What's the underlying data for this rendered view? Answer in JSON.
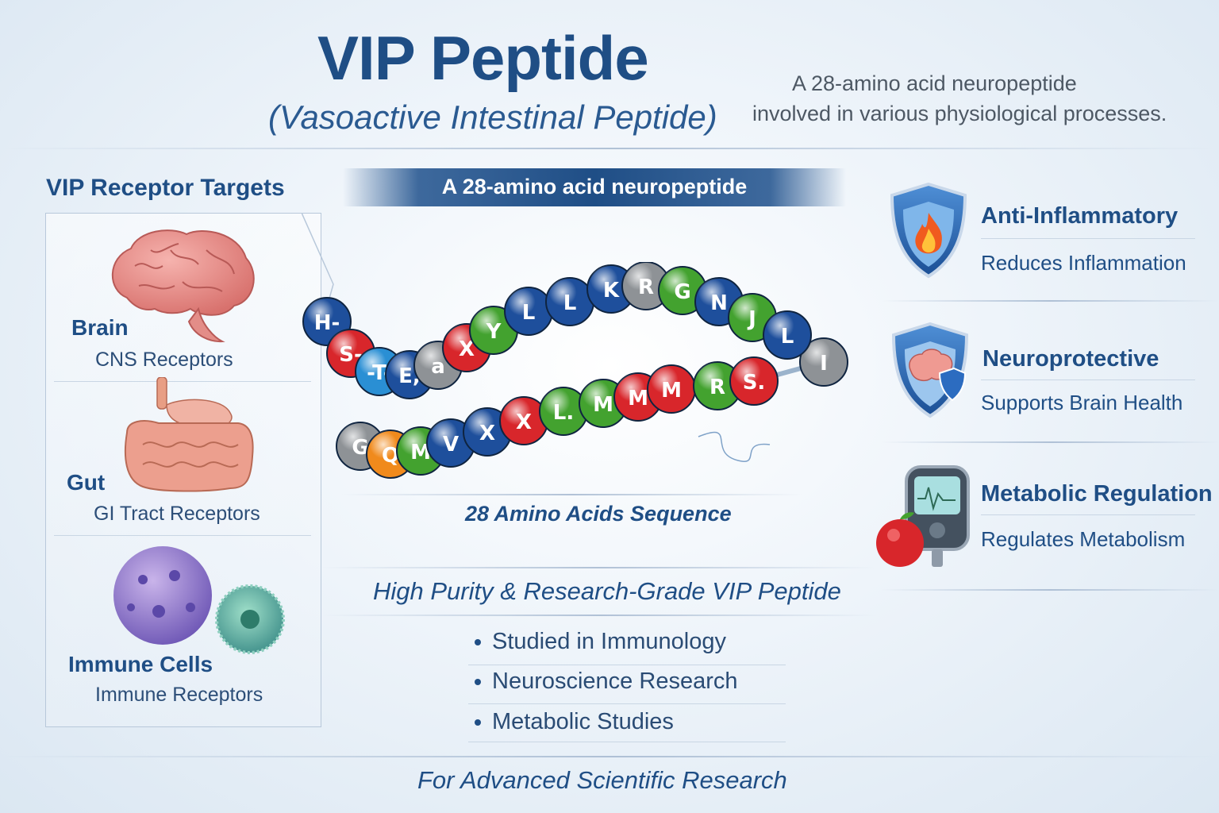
{
  "header": {
    "title": "VIP Peptide",
    "subtitle": "(Vasoactive Intestinal Peptide)",
    "tagline_line1": "A 28-amino acid neuropeptide",
    "tagline_line2": "involved in various physiological processes."
  },
  "targets": {
    "heading": "VIP Receptor Targets",
    "items": [
      {
        "name": "Brain",
        "receptor": "CNS Receptors"
      },
      {
        "name": "Gut",
        "receptor": "GI Tract Receptors"
      },
      {
        "name": "Immune Cells",
        "receptor": "Immune Receptors"
      }
    ]
  },
  "center": {
    "banner": "A 28-amino acid neuropeptide",
    "sequence_caption": "28 Amino Acids Sequence",
    "top_strand": [
      "H-",
      "S-",
      "-T-",
      "E,",
      "a",
      "X",
      "Y",
      "L",
      "L",
      "K",
      "R",
      "G",
      "N",
      "J",
      "L"
    ],
    "bottom_strand": [
      "G",
      "Q",
      "M",
      "V",
      "X",
      "X",
      "L.",
      "M",
      "M",
      "M",
      "R",
      "S.",
      "I"
    ],
    "purity_heading": "High Purity & Research-Grade VIP Peptide",
    "bullets": [
      "Studied in Immunology",
      "Neuroscience Research",
      "Metabolic Studies"
    ],
    "footer": "For Advanced Scientific Research"
  },
  "benefits": [
    {
      "title": "Anti-Inflammatory",
      "desc": "Reduces Inflammation",
      "icon": "shield-flame-icon"
    },
    {
      "title": "Neuroprotective",
      "desc": "Supports Brain Health",
      "icon": "shield-brain-icon"
    },
    {
      "title": "Metabolic Regulation",
      "desc": "Regulates Metabolism",
      "icon": "glucose-meter-icon"
    }
  ],
  "colors": {
    "brand": "#1f4e85",
    "bead_blue": "#1e4f9c",
    "bead_red": "#d8262b",
    "bead_sky": "#2a8fd4",
    "bead_gray": "#8e9296",
    "bead_green": "#43a22f",
    "bead_orange": "#f08a1c"
  }
}
